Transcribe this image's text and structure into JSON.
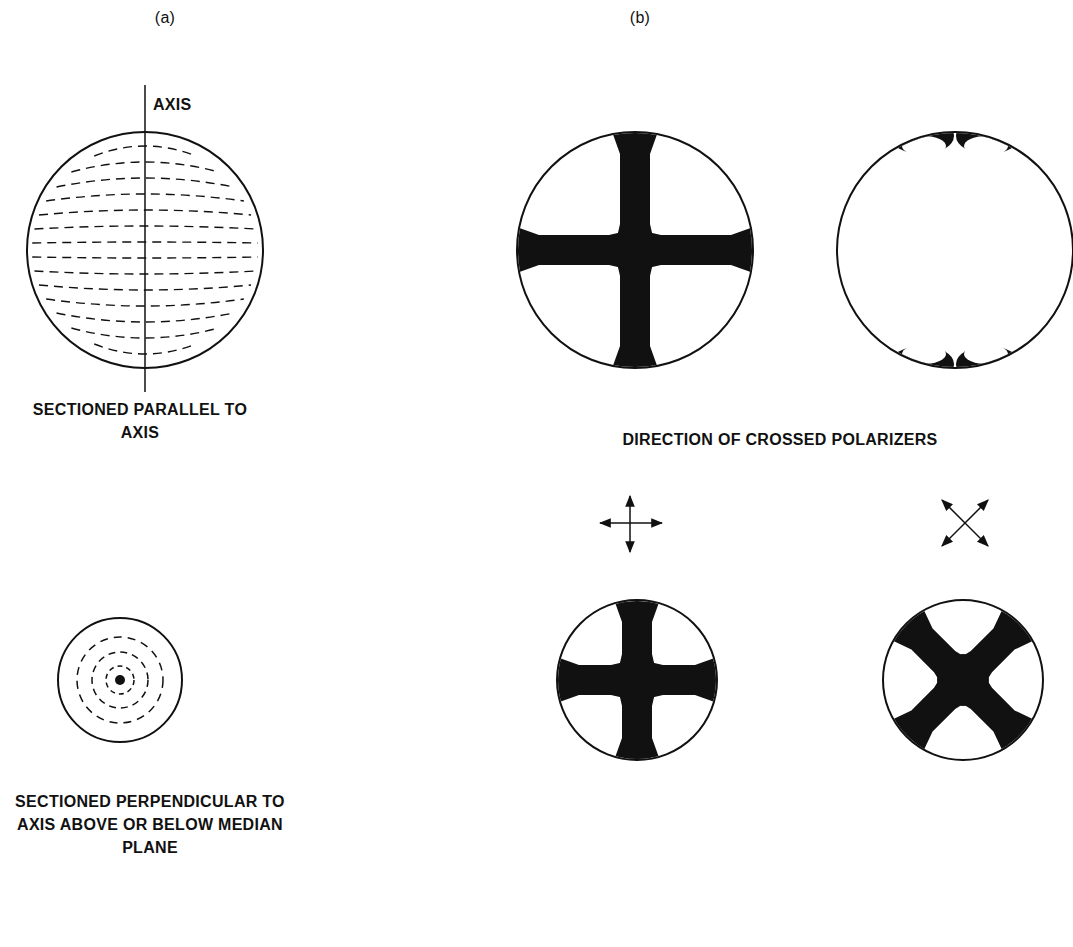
{
  "diagram": {
    "labels": [
      "(a)",
      "(b)",
      "AXIS",
      "SECTIONED PARALLEL TO AXIS",
      "DIRECTION OF CROSSED POLARIZERS",
      "SECTIONED PERPENDICULAR TO AXIS ABOVE OR BELOW MEDIAN PLANE"
    ]
  }
}
